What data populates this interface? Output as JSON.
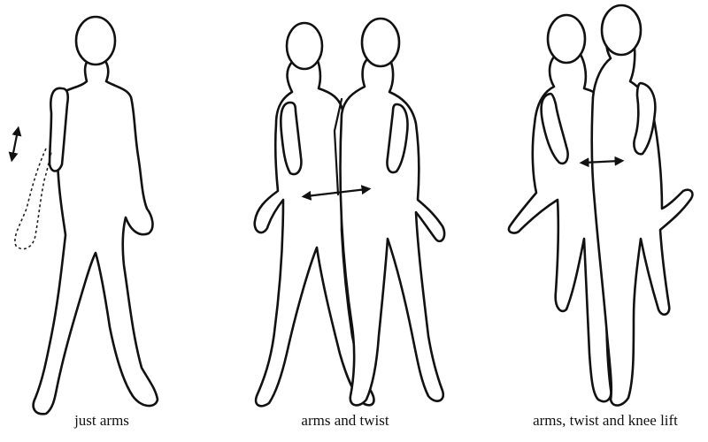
{
  "panels": [
    {
      "caption": "just arms"
    },
    {
      "caption": "arms and twist"
    },
    {
      "caption": "arms, twist and knee lift"
    }
  ],
  "colors": {
    "ink": "#111111",
    "paper": "#ffffff"
  }
}
